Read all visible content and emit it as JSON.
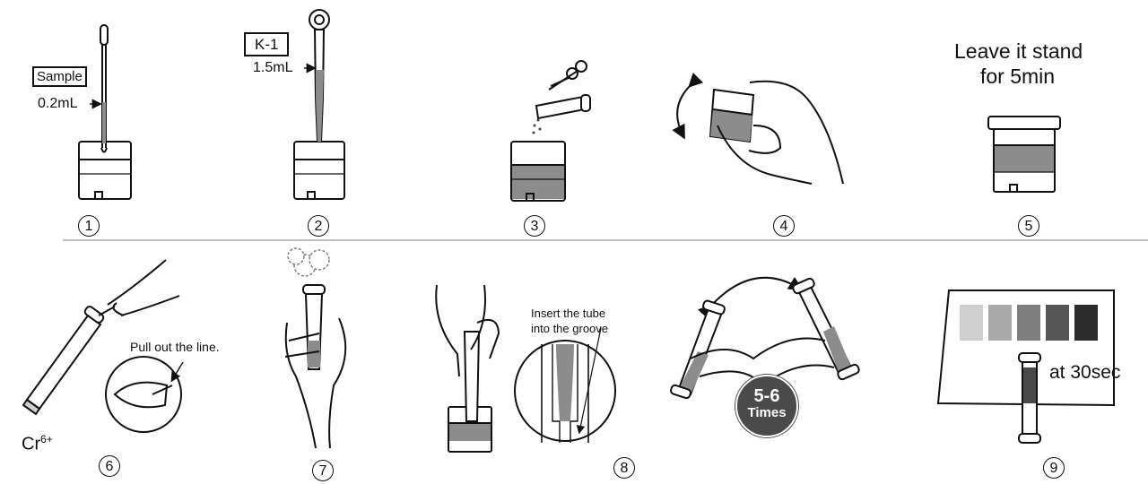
{
  "steps": {
    "s1": {
      "number": "1",
      "box_label": "Sample",
      "volume": "0.2mL"
    },
    "s2": {
      "number": "2",
      "box_label": "K-1",
      "volume": "1.5mL"
    },
    "s3": {
      "number": "3"
    },
    "s4": {
      "number": "4"
    },
    "s5": {
      "number": "5",
      "caption_line1": "Leave it stand",
      "caption_line2": "for 5min"
    },
    "s6": {
      "number": "6",
      "note": "Pull out the line.",
      "ion_base": "Cr",
      "ion_charge": "6+"
    },
    "s7": {
      "number": "7"
    },
    "s8": {
      "number": "8",
      "note_line1": "Insert the tube",
      "note_line2": "into the groove"
    },
    "s9": {
      "number": "9",
      "time": "at 30sec"
    },
    "shake": {
      "count": "5-6",
      "unit": "Times"
    }
  },
  "colors": {
    "ink": "#111111",
    "liquid": "#8c8c8c",
    "badge": "#4a4a4a",
    "divider": "#bdbdbd"
  },
  "color_chart": [
    "#cfcfcf",
    "#a9a9a9",
    "#7f7f7f",
    "#555555",
    "#2b2b2b"
  ]
}
